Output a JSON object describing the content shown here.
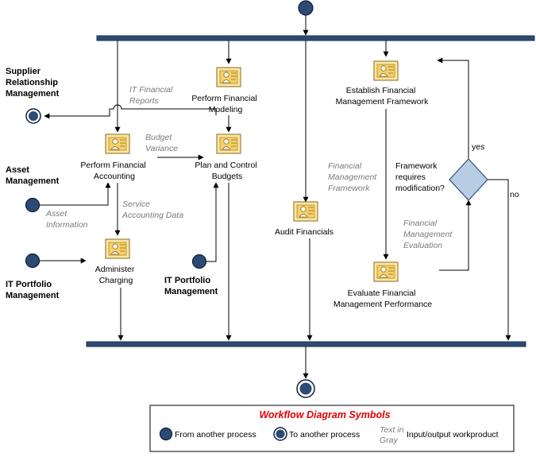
{
  "activities": {
    "financial_modeling": [
      "Perform Financial",
      "Modeling"
    ],
    "establish_framework": [
      "Establish Financial",
      "Management Framework"
    ],
    "financial_accounting": [
      "Perform Financial",
      "Accounting"
    ],
    "plan_budgets": [
      "Plan and Control",
      "Budgets"
    ],
    "audit_financials": [
      "Audit Financials"
    ],
    "administer_charging": [
      "Administer",
      "Charging"
    ],
    "evaluate_performance": [
      "Evaluate Financial",
      "Management Performance"
    ]
  },
  "external_processes": {
    "supplier_relationship": [
      "Supplier",
      "Relationship",
      "Management"
    ],
    "asset_management": [
      "Asset",
      "Management"
    ],
    "it_portfolio_left": [
      "IT Portfolio",
      "Management"
    ],
    "it_portfolio_center": [
      "IT Portfolio",
      "Management"
    ]
  },
  "work_products": {
    "it_financial_reports": [
      "IT Financial",
      "Reports"
    ],
    "budget_variance": [
      "Budget",
      "Variance"
    ],
    "asset_information": [
      "Asset",
      "Information"
    ],
    "service_accounting_data": [
      "Service",
      "Accounting Data"
    ],
    "financial_management_framework": [
      "Financial",
      "Management",
      "Framework"
    ],
    "financial_management_evaluation": [
      "Financial",
      "Management",
      "Evaluation"
    ]
  },
  "decision": {
    "question": [
      "Framework",
      "requires",
      "modification?"
    ],
    "yes_label": "yes",
    "no_label": "no"
  },
  "legend": {
    "title": "Workflow Diagram Symbols",
    "from_process": "From another process",
    "to_process": "To another process",
    "text_in_gray": [
      "Text in",
      "Gray"
    ],
    "io_workproduct": "Input/output workproduct"
  },
  "colors": {
    "bar": "#2e4a72",
    "node": "#2c4a75",
    "decision_fill": "#b8cce4",
    "io_text": "#7a7a7a",
    "legend_title": "#e00000"
  }
}
